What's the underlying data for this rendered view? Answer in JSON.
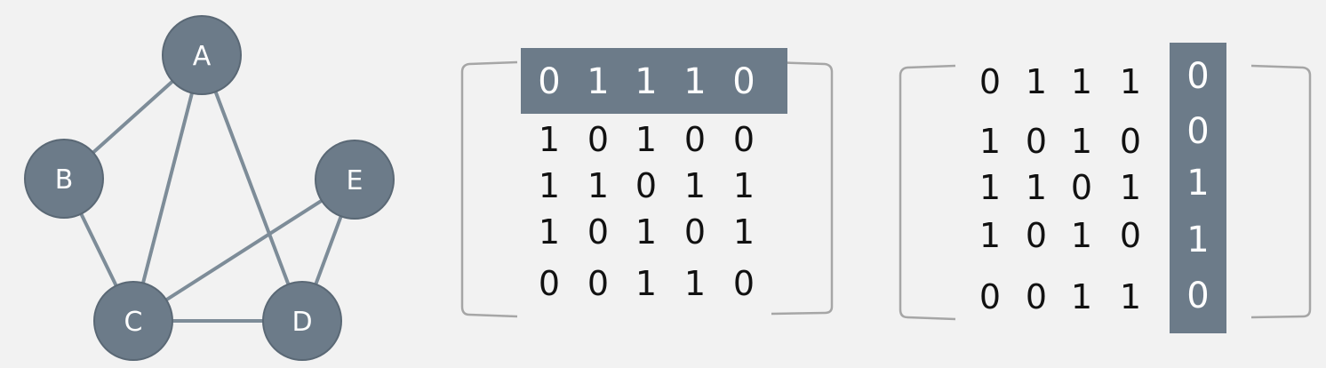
{
  "graph": {
    "nodes": [
      {
        "id": "A",
        "label": "A"
      },
      {
        "id": "B",
        "label": "B"
      },
      {
        "id": "C",
        "label": "C"
      },
      {
        "id": "D",
        "label": "D"
      },
      {
        "id": "E",
        "label": "E"
      }
    ],
    "edges": [
      [
        "A",
        "B"
      ],
      [
        "A",
        "C"
      ],
      [
        "A",
        "D"
      ],
      [
        "B",
        "C"
      ],
      [
        "C",
        "D"
      ],
      [
        "C",
        "E"
      ],
      [
        "D",
        "E"
      ]
    ]
  },
  "matrix_left": {
    "rows": [
      [
        "0",
        "1",
        "1",
        "1",
        "0"
      ],
      [
        "1",
        "0",
        "1",
        "0",
        "0"
      ],
      [
        "1",
        "1",
        "0",
        "1",
        "1"
      ],
      [
        "1",
        "0",
        "1",
        "0",
        "1"
      ],
      [
        "0",
        "0",
        "1",
        "1",
        "0"
      ]
    ],
    "highlight_row": 0
  },
  "matrix_right": {
    "rows": [
      [
        "0",
        "1",
        "1",
        "1",
        "0"
      ],
      [
        "1",
        "0",
        "1",
        "0",
        "0"
      ],
      [
        "1",
        "1",
        "0",
        "1",
        "1"
      ],
      [
        "1",
        "0",
        "1",
        "0",
        "1"
      ],
      [
        "0",
        "0",
        "1",
        "1",
        "0"
      ]
    ],
    "highlight_col": 4
  },
  "colors": {
    "background": "#f2f2f2",
    "node_fill": "#6c7b89",
    "edge": "#7d8c98",
    "highlight": "#6c7b89",
    "bracket": "#a6a6a6"
  }
}
